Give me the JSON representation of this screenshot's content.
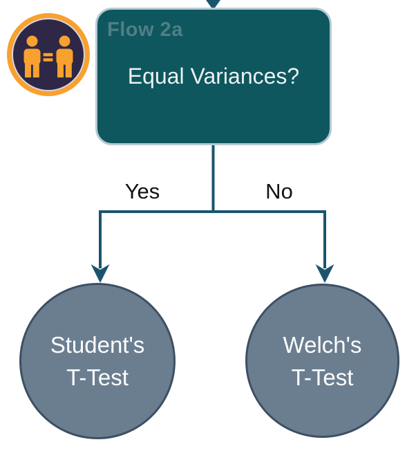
{
  "flow": {
    "label": "Flow 2a",
    "question": "Equal Variances?",
    "branches": [
      {
        "label": "Yes",
        "node": "Student's\nT-Test"
      },
      {
        "label": "No",
        "node": "Welch's\nT-Test"
      }
    ]
  },
  "icon": {
    "name": "two-people-equal-icon"
  },
  "colors": {
    "box-fill": "#0e575e",
    "box-border": "#b6cad4",
    "box-title": "#4f7f85",
    "box-text": "#edf1f2",
    "connector": "#1b546d",
    "label-text": "#121212",
    "node-fill": "#6b7e90",
    "node-border": "#3d4f63",
    "node-text": "#fdfdfd",
    "icon-ring": "#f8a12f",
    "icon-bg": "#2e2746",
    "icon-fg": "#f8a12f",
    "icon-inner-ring": "#d9d4e0",
    "page-bg": "#ffffff"
  }
}
